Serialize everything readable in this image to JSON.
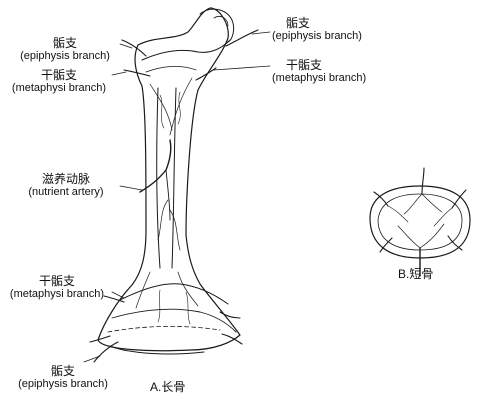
{
  "labels": {
    "epiphysis_top_left": {
      "zh": "骺支",
      "en": "(epiphysis branch)"
    },
    "epiphysis_top_right": {
      "zh": "骺支",
      "en": "(epiphysis branch)"
    },
    "metaphysis_top_left": {
      "zh": "干骺支",
      "en": "(metaphysi branch)"
    },
    "metaphysis_top_right": {
      "zh": "干骺支",
      "en": "(metaphysi branch)"
    },
    "nutrient_artery": {
      "zh": "滋养动脉",
      "en": "(nutrient artery)"
    },
    "metaphysis_bottom_left": {
      "zh": "干骺支",
      "en": "(metaphysi branch)"
    },
    "epiphysis_bottom_left": {
      "zh": "骺支",
      "en": "(epiphysis branch)"
    }
  },
  "captions": {
    "long_bone": "A.长骨",
    "short_bone": "B.短骨"
  }
}
